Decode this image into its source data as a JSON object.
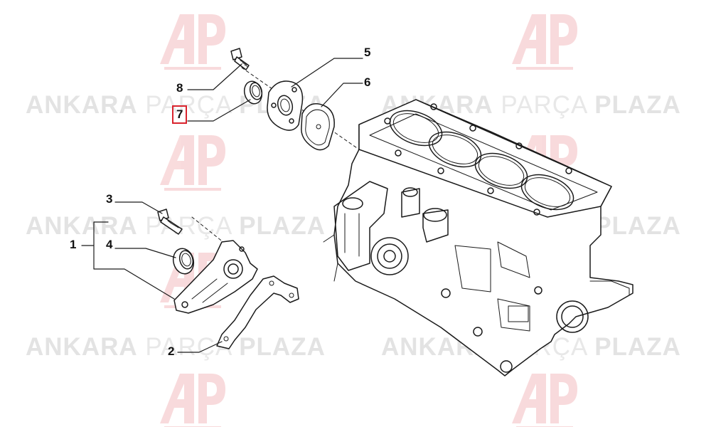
{
  "watermark": {
    "word1": "ANKARA",
    "word2": "PARÇA",
    "word3": "PLAZA",
    "logo_color": "#d9232d",
    "logo_icon": "ap-monogram-logo",
    "text_color": "#e3e3e3"
  },
  "callouts": [
    {
      "id": "1",
      "label": "1"
    },
    {
      "id": "2",
      "label": "2"
    },
    {
      "id": "3",
      "label": "3"
    },
    {
      "id": "4",
      "label": "4"
    },
    {
      "id": "5",
      "label": "5"
    },
    {
      "id": "6",
      "label": "6"
    },
    {
      "id": "7",
      "label": "7",
      "selected": true
    },
    {
      "id": "8",
      "label": "8"
    }
  ],
  "highlight_color": "#d9232d",
  "parts_icons": [
    "engine-block-icon",
    "bolt-icon",
    "seal-ring-icon",
    "cover-flange-icon",
    "gasket-icon",
    "rear-seal-carrier-icon"
  ]
}
